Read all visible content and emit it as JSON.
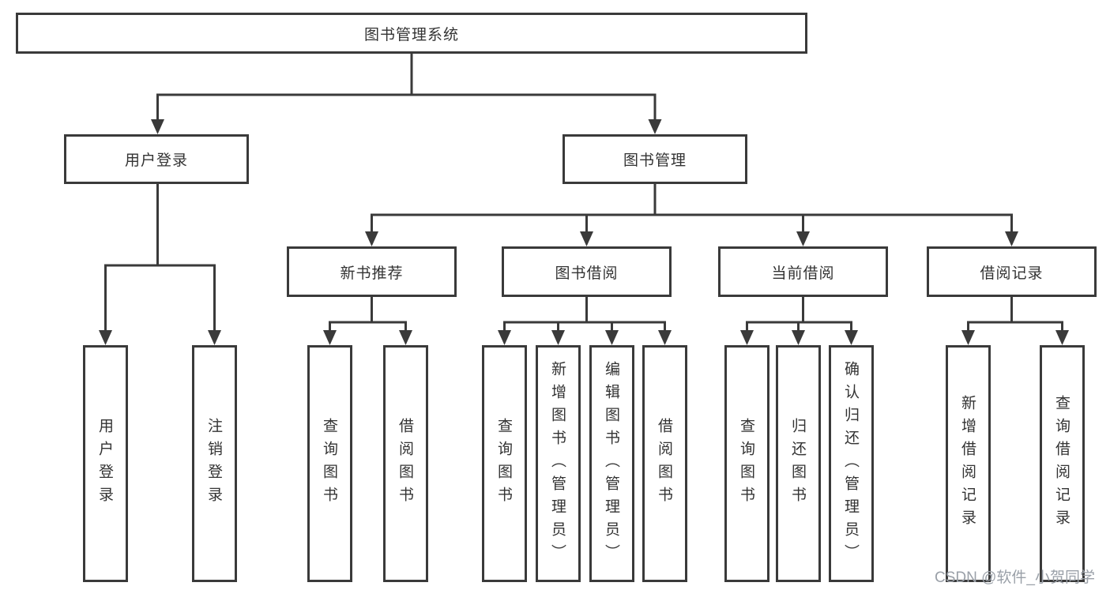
{
  "diagram": {
    "root": {
      "label": "图书管理系统"
    },
    "level2": [
      {
        "id": "user-login",
        "label": "用户登录"
      },
      {
        "id": "book-management",
        "label": "图书管理"
      }
    ],
    "level3": [
      {
        "id": "new-book-recommend",
        "label": "新书推荐",
        "parent": "图书管理"
      },
      {
        "id": "book-borrow",
        "label": "图书借阅",
        "parent": "图书管理"
      },
      {
        "id": "current-borrow",
        "label": "当前借阅",
        "parent": "图书管理"
      },
      {
        "id": "borrow-record",
        "label": "借阅记录",
        "parent": "图书管理"
      }
    ],
    "leaves": [
      {
        "label": "用户登录",
        "parent": "用户登录"
      },
      {
        "label": "注销登录",
        "parent": "用户登录"
      },
      {
        "label": "查询图书",
        "parent": "新书推荐"
      },
      {
        "label": "借阅图书",
        "parent": "新书推荐"
      },
      {
        "label": "查询图书",
        "parent": "图书借阅"
      },
      {
        "label": "新增图书（管理员）",
        "parent": "图书借阅"
      },
      {
        "label": "编辑图书（管理员）",
        "parent": "图书借阅"
      },
      {
        "label": "借阅图书",
        "parent": "图书借阅"
      },
      {
        "label": "查询图书",
        "parent": "当前借阅"
      },
      {
        "label": "归还图书",
        "parent": "当前借阅"
      },
      {
        "label": "确认归还（管理员）",
        "parent": "当前借阅"
      },
      {
        "label": "新增借阅记录",
        "parent": "借阅记录"
      },
      {
        "label": "查询借阅记录",
        "parent": "借阅记录"
      }
    ]
  },
  "watermark": {
    "text": "CSDN @软件_小贺同学"
  },
  "colors": {
    "line": "#3a3a3a",
    "text": "#333333",
    "box_background": "#ffffff",
    "watermark": "#9aa0a8"
  }
}
